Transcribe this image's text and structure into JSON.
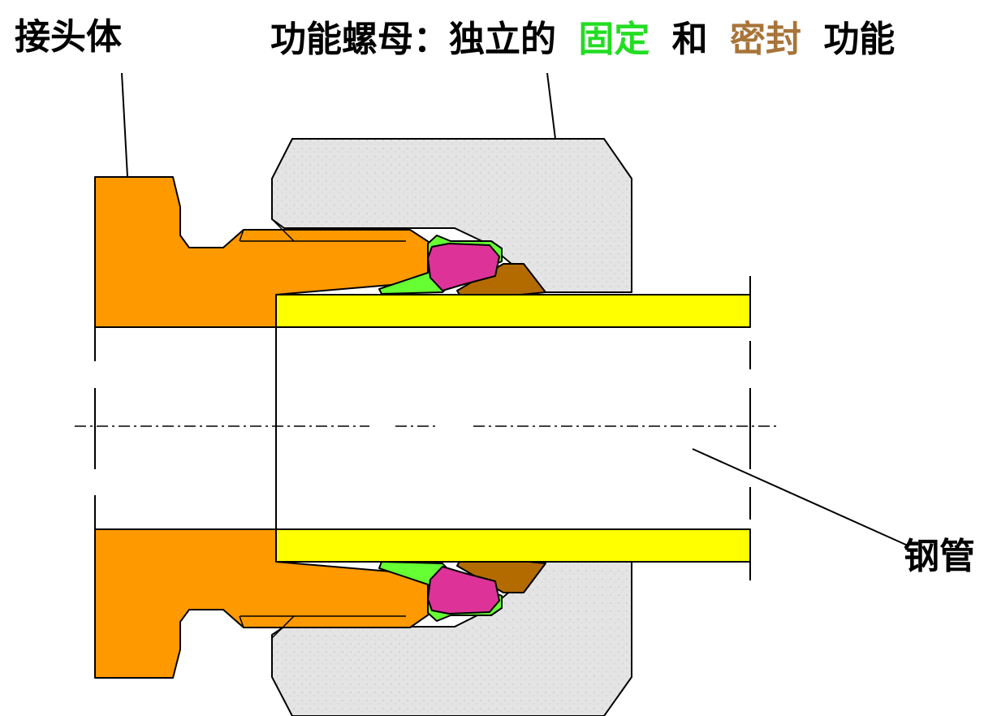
{
  "labels": {
    "fitting_body": "接头体",
    "tube": "钢管",
    "title": {
      "prefix": "功能螺母：独立的",
      "grip": "固定",
      "conj": "和",
      "seal": "密封",
      "suffix": "功能"
    }
  },
  "colors": {
    "body": "#ff9900",
    "tube": "#ffff00",
    "nut": "#e5e5e5",
    "grip_ring": "#66ff33",
    "seal_ring": "#dd3399",
    "back_ferrule": "#b36b00",
    "grip_text": "#22dd22",
    "seal_text": "#a87439"
  }
}
